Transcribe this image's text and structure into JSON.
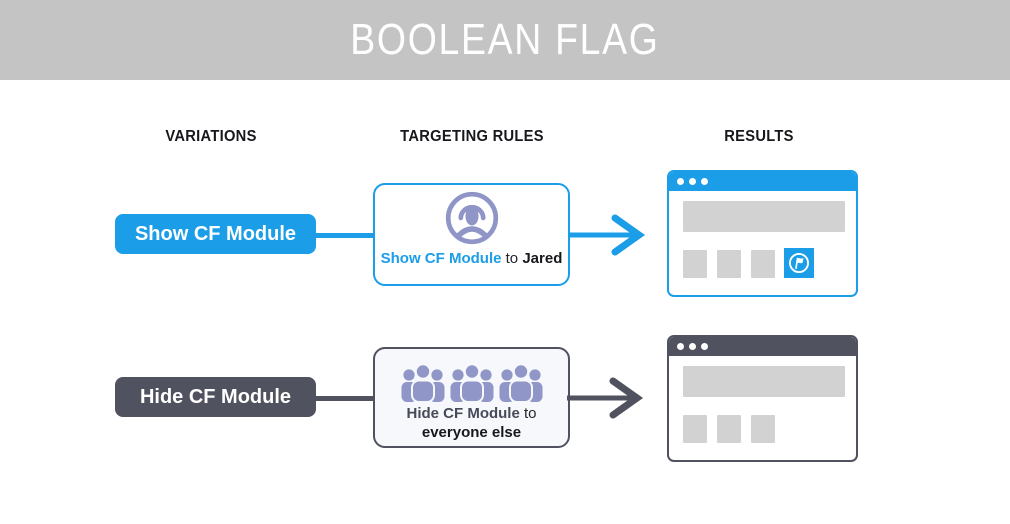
{
  "banner": {
    "title": "BOOLEAN FLAG"
  },
  "column_headers": {
    "variations": "VARIATIONS",
    "targeting_rules": "TARGETING RULES",
    "results": "RESULTS"
  },
  "colors": {
    "accent_blue": "#1B9DE8",
    "accent_slate": "#50525F",
    "banner_gray": "#C4C4C4",
    "placeholder_gray": "#D2D2D3",
    "icon_purple": "#9196C8"
  },
  "rows": {
    "0": {
      "variation_label": "Show CF Module",
      "rule": {
        "icon": "user-circle-icon",
        "flag_label": "Show CF Module",
        "connector": "to",
        "audience": "Jared"
      },
      "result": {
        "module_visible": true,
        "module_icon": "flag-circle-icon"
      }
    },
    "1": {
      "variation_label": "Hide CF Module",
      "rule": {
        "icon": "crowd-icon",
        "flag_label": "Hide CF Module",
        "connector": "to",
        "audience": "everyone else"
      },
      "result": {
        "module_visible": false
      }
    }
  }
}
